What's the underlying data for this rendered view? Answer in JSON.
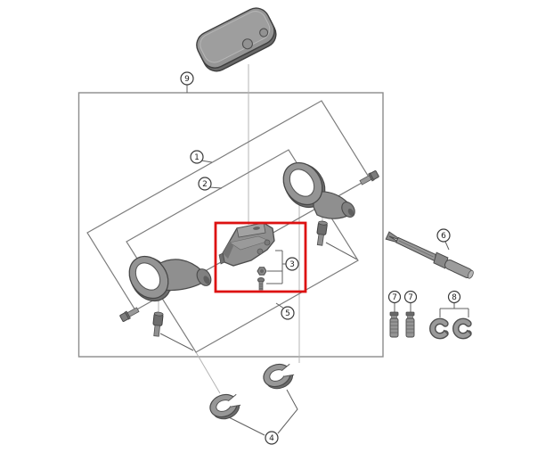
{
  "diagram": {
    "kind": "exploded-parts-diagram",
    "callouts": {
      "c1": "1",
      "c2": "2",
      "c3": "3",
      "c4": "4",
      "c5": "5",
      "c6": "6",
      "c7a": "7",
      "c7b": "7",
      "c8": "8",
      "c9": "9"
    },
    "colors": {
      "highlight": "#dd1111",
      "part_fill": "#8f8f8f",
      "part_outline": "#4a4a4a",
      "frame_line": "#8c8c8c",
      "group_line": "#7d7d7d",
      "axis_line": "#b4b4b4"
    }
  }
}
